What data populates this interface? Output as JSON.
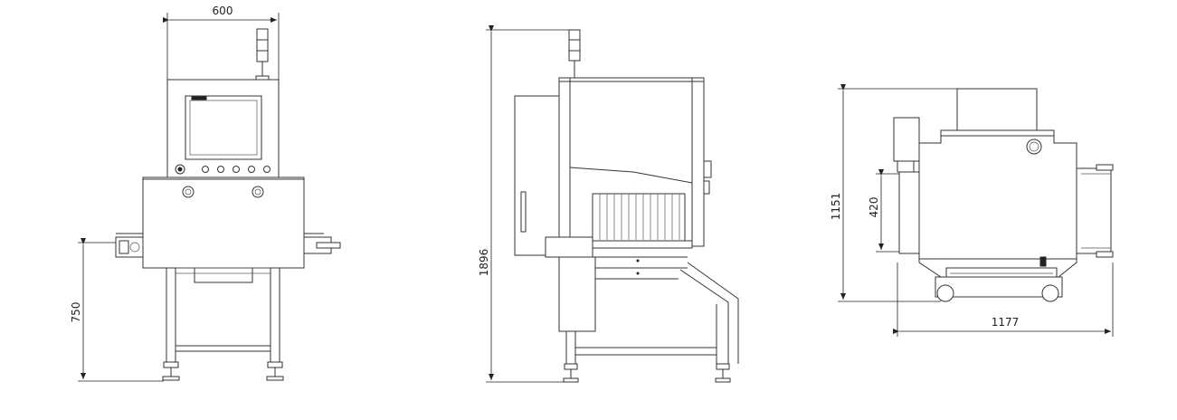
{
  "dimensions": {
    "front_width": "600",
    "front_height": "750",
    "side_height": "1896",
    "top_depth": "1151",
    "top_width": "1177",
    "top_conveyor": "420"
  }
}
